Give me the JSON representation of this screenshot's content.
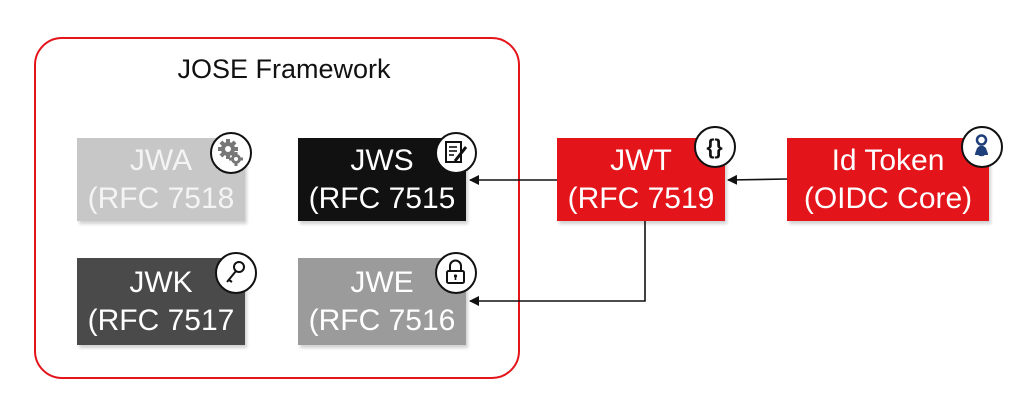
{
  "frame": {
    "title": "JOSE Framework"
  },
  "boxes": {
    "jwa": {
      "name": "JWA",
      "rfc": "(RFC 7518",
      "icon": "gears-icon"
    },
    "jws": {
      "name": "JWS",
      "rfc": "(RFC 7515",
      "icon": "signed-document-icon"
    },
    "jwk": {
      "name": "JWK",
      "rfc": "(RFC 7517",
      "icon": "key-icon"
    },
    "jwe": {
      "name": "JWE",
      "rfc": "(RFC 7516",
      "icon": "padlock-icon"
    },
    "jwt": {
      "name": "JWT",
      "rfc": "(RFC 7519",
      "icon": "braces-icon"
    },
    "idtoken": {
      "name": "Id Token",
      "rfc": "(OIDC Core)",
      "icon": "identity-icon"
    }
  },
  "colors": {
    "frame_border": "#e4141b",
    "jwa_fill": "#c7c7c7",
    "jws_fill": "#111111",
    "jwk_fill": "#4a4a4a",
    "jwe_fill": "#9b9b9b",
    "jwt_fill": "#e4141b",
    "idtoken_fill": "#e4141b",
    "identity_icon": "#1f3f7a"
  },
  "connections": [
    {
      "from": "JWT",
      "to": "JWS"
    },
    {
      "from": "JWT",
      "to": "JWE"
    },
    {
      "from": "Id Token",
      "to": "JWT"
    }
  ]
}
